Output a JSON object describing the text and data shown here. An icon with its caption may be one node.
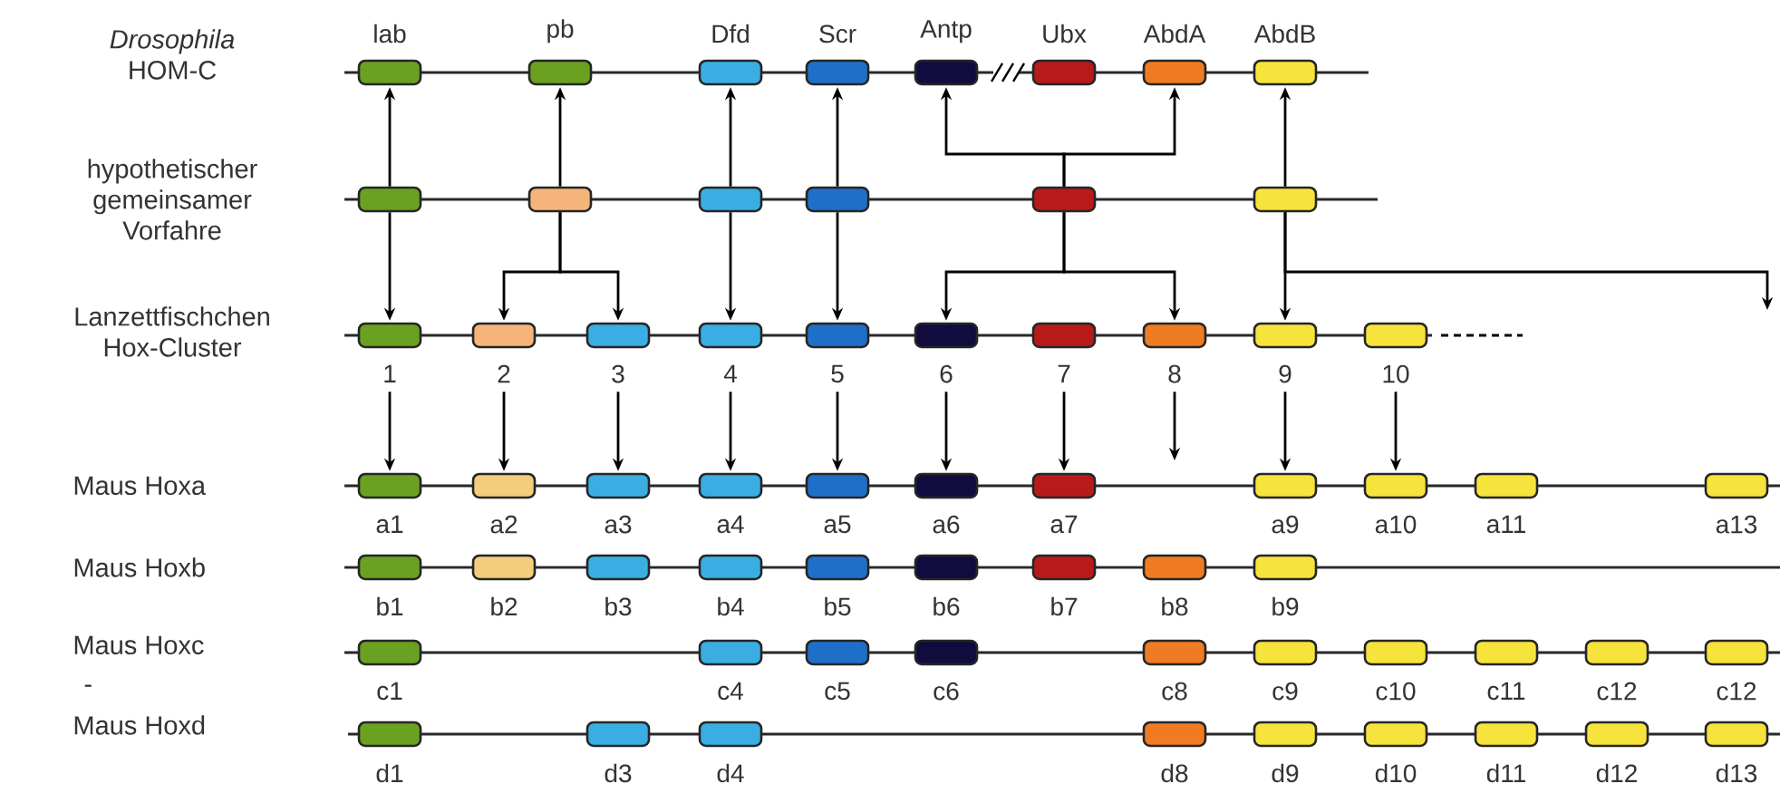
{
  "diagram": {
    "nodes": [
      {
        "text": [],
        "shape": "box",
        "beside": [
          "lab"
        ]
      },
      {
        "text": [],
        "shape": "box",
        "beside": [
          "pb"
        ]
      },
      {
        "text": [],
        "shape": "box",
        "beside": [
          "Dfd"
        ]
      },
      {
        "text": [],
        "shape": "box",
        "beside": [
          "Scr"
        ]
      },
      {
        "text": [],
        "shape": "box",
        "beside": [
          "Antp"
        ]
      },
      {
        "text": [],
        "shape": "box",
        "beside": [
          "Ubx"
        ]
      },
      {
        "text": [],
        "shape": "box",
        "beside": [
          "AbdA"
        ]
      },
      {
        "text": [],
        "shape": "box",
        "beside": [
          "AbdB"
        ]
      },
      {
        "text": [],
        "shape": "box"
      },
      {
        "text": [],
        "shape": "box"
      },
      {
        "text": [],
        "shape": "box"
      },
      {
        "text": [],
        "shape": "box"
      },
      {
        "text": [],
        "shape": "box"
      },
      {
        "text": [],
        "shape": "box"
      },
      {
        "text": [],
        "shape": "box",
        "beside": [
          "1"
        ]
      },
      {
        "text": [],
        "shape": "box",
        "beside": [
          "2"
        ]
      },
      {
        "text": [],
        "shape": "box",
        "beside": [
          "3"
        ]
      },
      {
        "text": [],
        "shape": "box",
        "beside": [
          "4"
        ]
      },
      {
        "text": [],
        "shape": "box",
        "beside": [
          "5"
        ]
      },
      {
        "text": [],
        "shape": "box",
        "beside": [
          "6"
        ]
      },
      {
        "text": [],
        "shape": "box",
        "beside": [
          "7"
        ]
      },
      {
        "text": [],
        "shape": "box",
        "beside": [
          "8"
        ]
      },
      {
        "text": [],
        "shape": "box",
        "beside": [
          "9"
        ]
      },
      {
        "text": [],
        "shape": "box",
        "beside": [
          "10"
        ]
      },
      {
        "text": [],
        "shape": "box",
        "beside": [
          "a1"
        ]
      },
      {
        "text": [],
        "shape": "box",
        "beside": [
          "a2"
        ]
      },
      {
        "text": [],
        "shape": "box",
        "beside": [
          "a3"
        ]
      },
      {
        "text": [],
        "shape": "box",
        "beside": [
          "a4"
        ]
      },
      {
        "text": [],
        "shape": "box",
        "beside": [
          "a5"
        ]
      },
      {
        "text": [],
        "shape": "box",
        "beside": [
          "a6"
        ]
      },
      {
        "text": [],
        "shape": "box",
        "beside": [
          "a7"
        ]
      },
      {
        "text": [],
        "shape": "box",
        "beside": [
          "a9"
        ]
      },
      {
        "text": [],
        "shape": "box",
        "beside": [
          "a10"
        ]
      },
      {
        "text": [],
        "shape": "box",
        "beside": [
          "a11"
        ]
      },
      {
        "text": [],
        "shape": "box",
        "beside": [
          "a13"
        ]
      },
      {
        "text": [],
        "shape": "box",
        "beside": [
          "b1"
        ]
      },
      {
        "text": [],
        "shape": "box",
        "beside": [
          "b2"
        ]
      },
      {
        "text": [],
        "shape": "box",
        "beside": [
          "b3"
        ]
      },
      {
        "text": [],
        "shape": "box",
        "beside": [
          "b4"
        ]
      },
      {
        "text": [],
        "shape": "box",
        "beside": [
          "b5"
        ]
      },
      {
        "text": [],
        "shape": "box",
        "beside": [
          "b6"
        ]
      },
      {
        "text": [],
        "shape": "box",
        "beside": [
          "b7"
        ]
      },
      {
        "text": [],
        "shape": "box",
        "beside": [
          "b8"
        ]
      },
      {
        "text": [],
        "shape": "box",
        "beside": [
          "b9"
        ]
      },
      {
        "text": [],
        "shape": "box",
        "beside": [
          "c1"
        ]
      },
      {
        "text": [],
        "shape": "box",
        "beside": [
          "c4"
        ]
      },
      {
        "text": [],
        "shape": "box",
        "beside": [
          "c5"
        ]
      },
      {
        "text": [],
        "shape": "box",
        "beside": [
          "c6"
        ]
      },
      {
        "text": [],
        "shape": "box",
        "beside": [
          "c8"
        ]
      },
      {
        "text": [],
        "shape": "box",
        "beside": [
          "c9"
        ]
      },
      {
        "text": [],
        "shape": "box",
        "beside": [
          "c10"
        ]
      },
      {
        "text": [],
        "shape": "box",
        "beside": [
          "c11"
        ]
      },
      {
        "text": [],
        "shape": "box",
        "beside": [
          "c12"
        ]
      },
      {
        "text": [],
        "shape": "box",
        "beside": [
          "c12"
        ]
      },
      {
        "text": [],
        "shape": "box",
        "beside": [
          "d1"
        ]
      },
      {
        "text": [],
        "shape": "box",
        "beside": [
          "d3"
        ]
      },
      {
        "text": [],
        "shape": "box",
        "beside": [
          "d4"
        ]
      },
      {
        "text": [],
        "shape": "box",
        "beside": [
          "d8"
        ]
      },
      {
        "text": [],
        "shape": "box",
        "beside": [
          "d9"
        ]
      },
      {
        "text": [],
        "shape": "box",
        "beside": [
          "d10"
        ]
      },
      {
        "text": [],
        "shape": "box",
        "beside": [
          "d11"
        ]
      },
      {
        "text": [],
        "shape": "box",
        "beside": [
          "d12"
        ]
      },
      {
        "text": [],
        "shape": "box",
        "beside": [
          "d13"
        ]
      }
    ],
    "edges": [
      {
        "from": 8,
        "to": 0,
        "arrow": "to"
      },
      {
        "from": 8,
        "to": 14,
        "arrow": "to"
      },
      {
        "from": 9,
        "to": 1,
        "arrow": "to"
      },
      {
        "from": 9,
        "to": 15,
        "arrow": "to"
      },
      {
        "from": 9,
        "to": 16,
        "arrow": "to"
      },
      {
        "from": 10,
        "to": 2,
        "arrow": "to"
      },
      {
        "from": 10,
        "to": 17,
        "arrow": "to"
      },
      {
        "from": 11,
        "to": 3,
        "arrow": "to"
      },
      {
        "from": 11,
        "to": 18,
        "arrow": "to"
      },
      {
        "from": 12,
        "to": 4,
        "arrow": "to"
      },
      {
        "from": 12,
        "to": 6,
        "arrow": "to"
      },
      {
        "from": 12,
        "to": 19,
        "arrow": "to"
      },
      {
        "from": 12,
        "to": 21,
        "arrow": "to"
      },
      {
        "from": 13,
        "to": 7,
        "arrow": "to"
      },
      {
        "from": 13,
        "to": 22,
        "arrow": "to"
      },
      {
        "from": 13,
        "to": null,
        "arrow": "to"
      },
      {
        "from": 14,
        "to": 24,
        "arrow": "to"
      },
      {
        "from": 15,
        "to": 25,
        "arrow": "to"
      },
      {
        "from": 16,
        "to": 26,
        "arrow": "to"
      },
      {
        "from": 17,
        "to": 27,
        "arrow": "to"
      },
      {
        "from": 18,
        "to": 28,
        "arrow": "to"
      },
      {
        "from": 19,
        "to": 29,
        "arrow": "to"
      },
      {
        "from": 20,
        "to": 30,
        "arrow": "to"
      },
      {
        "from": 21,
        "to": null,
        "arrow": "to"
      },
      {
        "from": 22,
        "to": 31,
        "arrow": "to"
      },
      {
        "from": 23,
        "to": 32,
        "arrow": "to"
      }
    ],
    "labels": [
      "*Drosophila* HOM-C",
      "hypothetischer gemeinsamer Vorfahre",
      "Lanzettfischchen Hox-Cluster",
      "Maus Hoxa",
      "Maus Hoxb",
      "Maus Hoxc",
      "-",
      "Maus Hoxd"
    ]
  }
}
